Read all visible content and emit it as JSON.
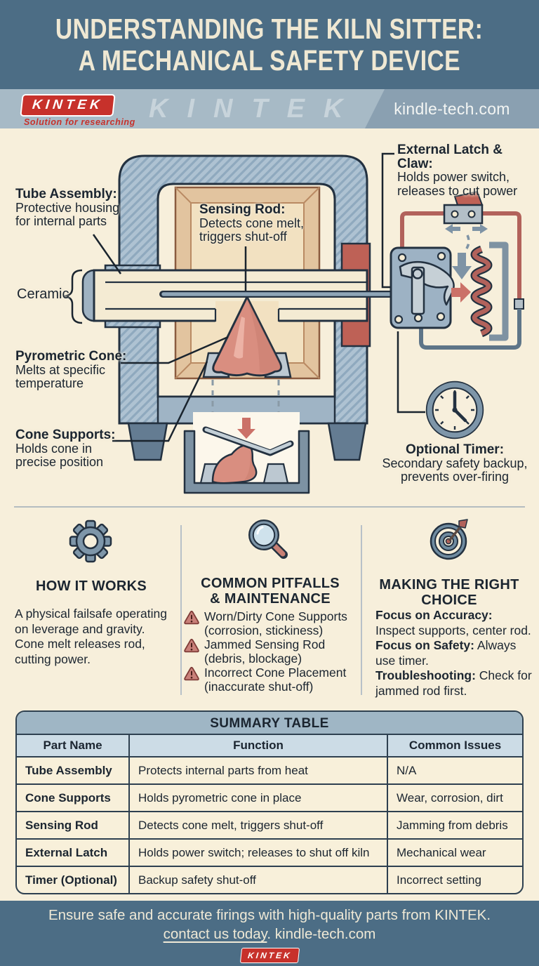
{
  "header": {
    "title_line1": "UNDERSTANDING THE KILN SITTER:",
    "title_line2": "A MECHANICAL SAFETY DEVICE"
  },
  "brand_bar": {
    "logo_text": "KINTEK",
    "tagline": "Solution for researching",
    "watermark": "KINTEK",
    "website": "kindle-tech.com"
  },
  "colors": {
    "header_bg": "#4C6D85",
    "cream_bg": "#F7EFDB",
    "kiln_wall": "#AEC2D2",
    "accent_red": "#C7312B",
    "cone_salmon": "#D98E80",
    "coil_red": "#B2625B",
    "table_band": "#9FB6C5",
    "table_header_row": "#CCDCE6"
  },
  "diagram": {
    "labels": {
      "tube_assembly": {
        "title": "Tube Assembly:",
        "line1": "Protective housing",
        "line2": "for internal parts"
      },
      "ceramic": {
        "title": "Ceramic"
      },
      "sensing_rod": {
        "title": "Sensing Rod:",
        "line1": "Detects cone melt,",
        "line2": "triggers shut-off"
      },
      "external_latch": {
        "title": "External Latch & Claw:",
        "line1": "Holds power switch,",
        "line2": "releases to cut power"
      },
      "pyrometric_cone": {
        "title": "Pyrometric Cone:",
        "line1": "Melts at specific",
        "line2": "temperature"
      },
      "cone_supports": {
        "title": "Cone Supports:",
        "line1": "Holds cone in",
        "line2": "precise position"
      },
      "optional_timer": {
        "title": "Optional Timer:",
        "line1": "Secondary safety backup,",
        "line2": "prevents over-firing"
      }
    }
  },
  "sections": {
    "how_it_works": {
      "heading": "HOW IT WORKS",
      "lines": [
        "A physical failsafe operating",
        "on leverage and gravity.",
        "Cone melt releases rod,",
        "cutting power."
      ]
    },
    "pitfalls": {
      "heading_line1": "COMMON PITFALLS",
      "heading_line2": "& MAINTENANCE",
      "items": [
        {
          "title": "Worn/Dirty Cone Supports",
          "sub": "(corrosion, stickiness)"
        },
        {
          "title": "Jammed Sensing Rod",
          "sub": "(debris, blockage)"
        },
        {
          "title": "Incorrect Cone Placement",
          "sub": "(inaccurate shut-off)"
        }
      ]
    },
    "choice": {
      "heading_line1": "MAKING THE RIGHT",
      "heading_line2": "CHOICE",
      "items": [
        {
          "lead": "Focus on Accuracy:",
          "rest": " Inspect supports, center rod."
        },
        {
          "lead": "Focus on Safety:",
          "rest": " Always use timer."
        },
        {
          "lead": "Troubleshooting:",
          "rest": " Check for jammed rod first."
        }
      ]
    }
  },
  "table": {
    "title": "SUMMARY TABLE",
    "headers": [
      "Part Name",
      "Function",
      "Common Issues"
    ],
    "rows": [
      {
        "part": "Tube Assembly",
        "function": "Protects internal parts from heat",
        "issues": "N/A"
      },
      {
        "part": "Cone Supports",
        "function": "Holds pyrometric cone in place",
        "issues": "Wear, corrosion, dirt"
      },
      {
        "part": "Sensing Rod",
        "function": "Detects cone melt, triggers shut-off",
        "issues": "Jamming from debris"
      },
      {
        "part": "External Latch",
        "function": "Holds power switch; releases to shut off kiln",
        "issues": "Mechanical wear"
      },
      {
        "part": "Timer (Optional)",
        "function": "Backup safety shut-off",
        "issues": "Incorrect setting"
      }
    ]
  },
  "footer": {
    "line1": "Ensure safe and accurate firings with high-quality parts from KINTEK.",
    "link": "contact us today",
    "line2_rest": ". kindle-tech.com",
    "logo_text": "KINTEK"
  }
}
